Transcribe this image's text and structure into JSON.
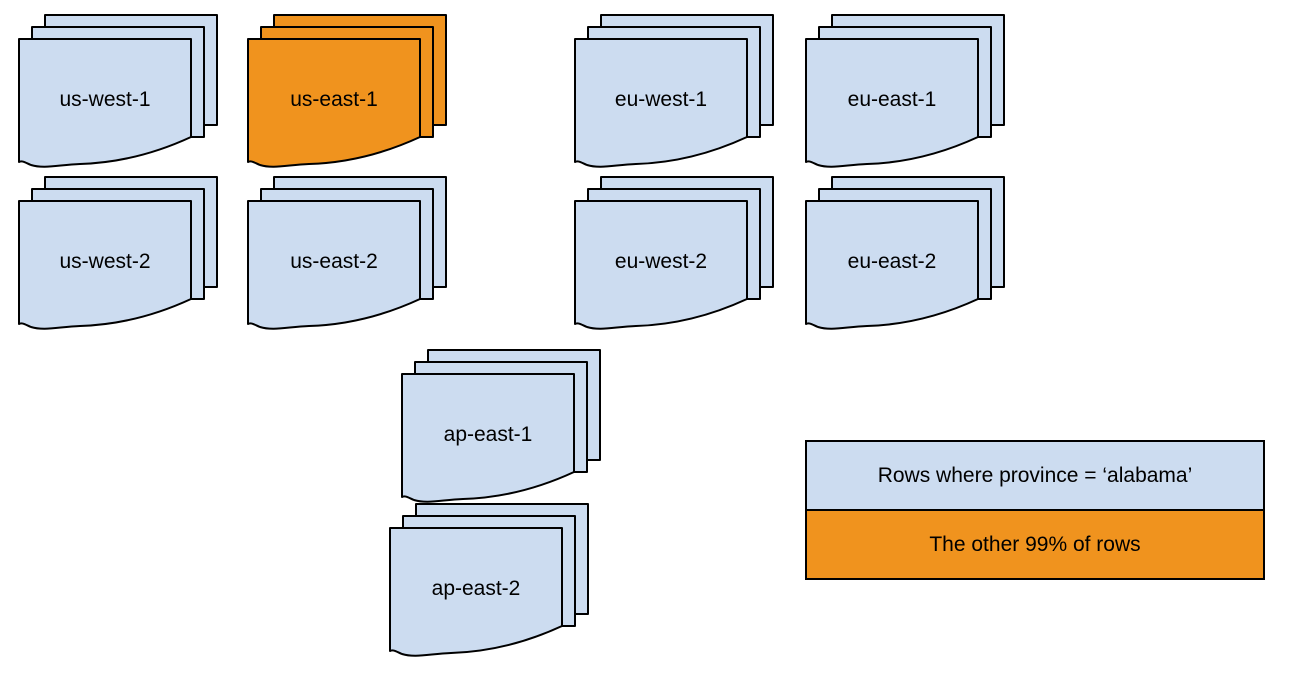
{
  "colors": {
    "document_blue": "#ccdcf0",
    "highlight_orange": "#f0931e",
    "stroke": "#000000",
    "background": "#ffffff"
  },
  "stacks": [
    {
      "id": "us-west-1",
      "label": "us-west-1",
      "variant": "blue"
    },
    {
      "id": "us-east-1",
      "label": "us-east-1",
      "variant": "orange"
    },
    {
      "id": "eu-west-1",
      "label": "eu-west-1",
      "variant": "blue"
    },
    {
      "id": "eu-east-1",
      "label": "eu-east-1",
      "variant": "blue"
    },
    {
      "id": "us-west-2",
      "label": "us-west-2",
      "variant": "blue"
    },
    {
      "id": "us-east-2",
      "label": "us-east-2",
      "variant": "blue"
    },
    {
      "id": "eu-west-2",
      "label": "eu-west-2",
      "variant": "blue"
    },
    {
      "id": "eu-east-2",
      "label": "eu-east-2",
      "variant": "blue"
    },
    {
      "id": "ap-east-1",
      "label": "ap-east-1",
      "variant": "blue"
    },
    {
      "id": "ap-east-2",
      "label": "ap-east-2",
      "variant": "blue"
    }
  ],
  "legend": {
    "items": [
      {
        "label": "Rows where province = ‘alabama’",
        "color": "#ccdcf0"
      },
      {
        "label": "The other 99% of rows",
        "color": "#f0931e"
      }
    ]
  }
}
